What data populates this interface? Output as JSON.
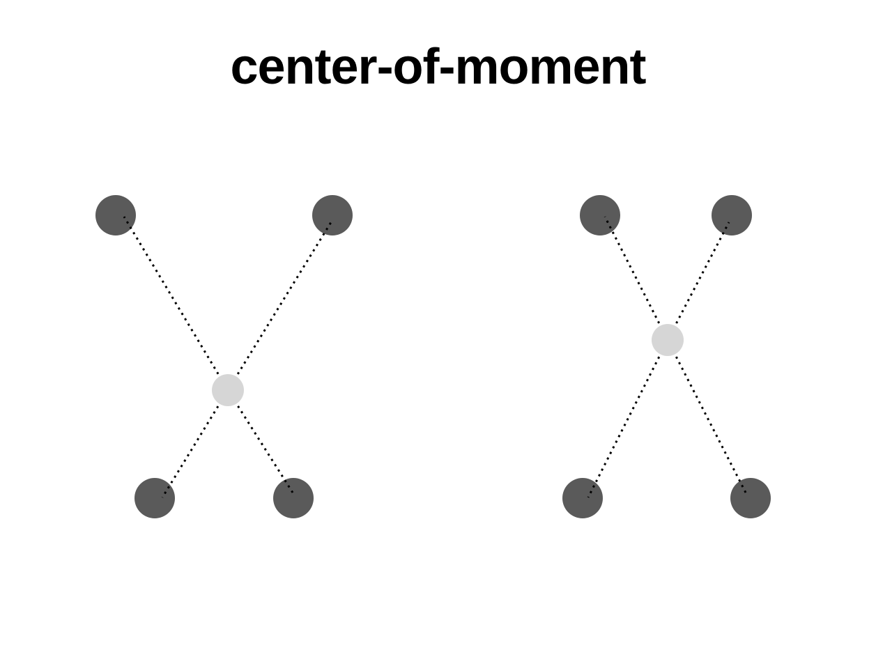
{
  "title": "center-of-moment",
  "colors": {
    "background": "#ffffff",
    "outer_node": "#5a5a5a",
    "center_node": "#d6d6d6",
    "connector": "#000000"
  },
  "diagrams": [
    {
      "name": "left",
      "nodes": [
        {
          "role": "top-left"
        },
        {
          "role": "top-right"
        },
        {
          "role": "bottom-left"
        },
        {
          "role": "bottom-right"
        }
      ],
      "center": {
        "role": "center-of-moment"
      }
    },
    {
      "name": "right",
      "nodes": [
        {
          "role": "top-left"
        },
        {
          "role": "top-right"
        },
        {
          "role": "bottom-left"
        },
        {
          "role": "bottom-right"
        }
      ],
      "center": {
        "role": "center-of-moment"
      }
    }
  ]
}
